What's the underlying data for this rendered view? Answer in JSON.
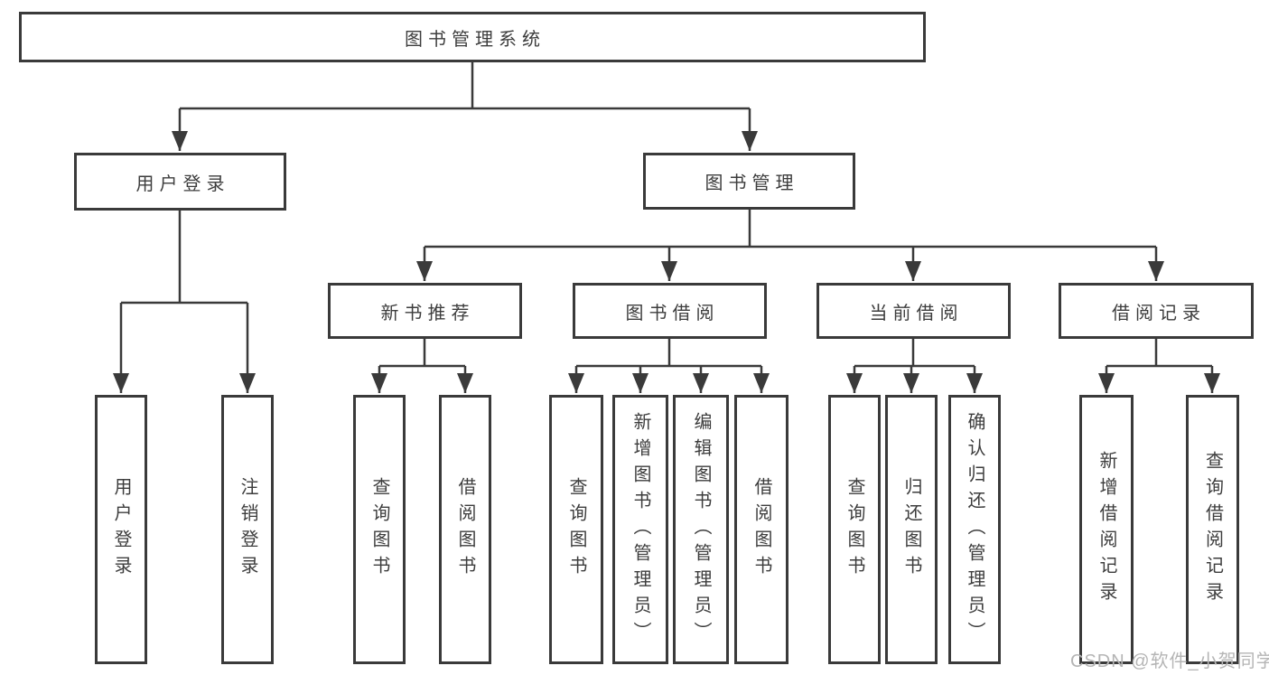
{
  "tree": {
    "label": "图书管理系统",
    "children": [
      {
        "label": "用户登录",
        "children": [
          {
            "label": "用户登录"
          },
          {
            "label": "注销登录"
          }
        ]
      },
      {
        "label": "图书管理",
        "children": [
          {
            "label": "新书推荐",
            "children": [
              {
                "label": "查询图书"
              },
              {
                "label": "借阅图书"
              }
            ]
          },
          {
            "label": "图书借阅",
            "children": [
              {
                "label": "查询图书"
              },
              {
                "label": "新增图书（管理员）"
              },
              {
                "label": "编辑图书（管理员）"
              },
              {
                "label": "借阅图书"
              }
            ]
          },
          {
            "label": "当前借阅",
            "children": [
              {
                "label": "查询图书"
              },
              {
                "label": "归还图书"
              },
              {
                "label": "确认归还（管理员）"
              }
            ]
          },
          {
            "label": "借阅记录",
            "children": [
              {
                "label": "新增借阅记录"
              },
              {
                "label": "查询借阅记录"
              }
            ]
          }
        ]
      }
    ]
  },
  "colors": {
    "line": "#3a3a3a",
    "text": "#3d3d3d",
    "box_background": "#ffffff",
    "watermark": "#b5b5b5"
  },
  "watermark": {
    "text": "CSDN @软件_小贺同学"
  }
}
